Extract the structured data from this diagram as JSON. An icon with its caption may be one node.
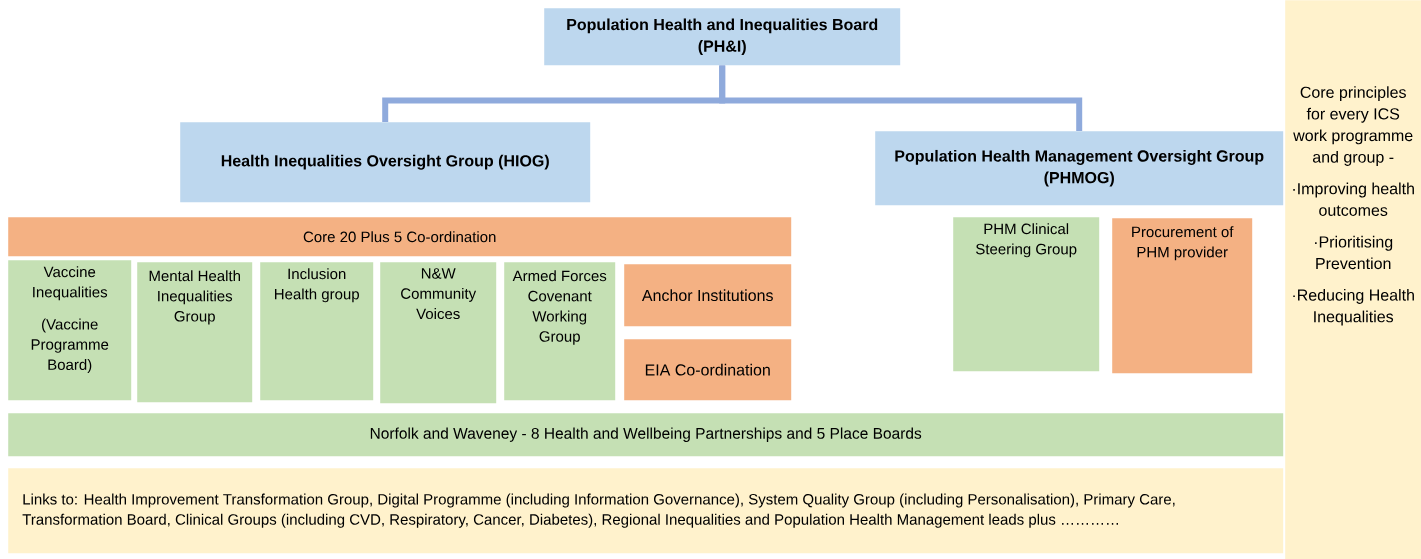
{
  "diagram": {
    "nodes": [
      {
        "text": [
          "Population Health and Inequalities Board (PH&I)"
        ]
      },
      {
        "text": [
          "Health Inequalities Oversight Group (HIOG)"
        ]
      },
      {
        "text": [
          "Population Health Management Oversight Group (PHMOG)"
        ]
      },
      {
        "text": [
          "Core 20 Plus 5 Co-ordination"
        ]
      },
      {
        "text": [
          "Vaccine Inequalities",
          "(Vaccine Programme Board)"
        ]
      },
      {
        "text": [
          "Mental Health Inequalities Group"
        ]
      },
      {
        "text": [
          "Inclusion Health group"
        ]
      },
      {
        "text": [
          "N&W Community Voices"
        ]
      },
      {
        "text": [
          "Armed Forces Covenant Working Group"
        ]
      },
      {
        "text": [
          "Anchor Institutions"
        ]
      },
      {
        "text": [
          "EIA Co-ordination"
        ]
      },
      {
        "text": [
          "PHM Clinical Steering Group"
        ]
      },
      {
        "text": [
          "Procurement of PHM provider"
        ]
      },
      {
        "text": [
          "Norfolk and Waveney - 8 Health and Wellbeing Partnerships and 5 Place Boards"
        ]
      },
      {
        "text": [
          "Links to: Health Improvement Transformation Group, Digital Programme (including Information Governance), System Quality Group (including Personalisation), Primary Care, Transformation Board, Clinical Groups (including CVD, Respiratory, Cancer, Diabetes), Regional Inequalities and Population Health Management leads plus …………"
        ]
      },
      {
        "text": [
          "Core principles for every ICS work programme and group -",
          "·Improving health outcomes",
          "·Prioritising Prevention",
          "·Reducing Health Inequalities"
        ]
      }
    ],
    "edges": [
      {
        "from": 0,
        "to": 1,
        "arrow": "none"
      },
      {
        "from": 0,
        "to": 2,
        "arrow": "none"
      }
    ]
  }
}
